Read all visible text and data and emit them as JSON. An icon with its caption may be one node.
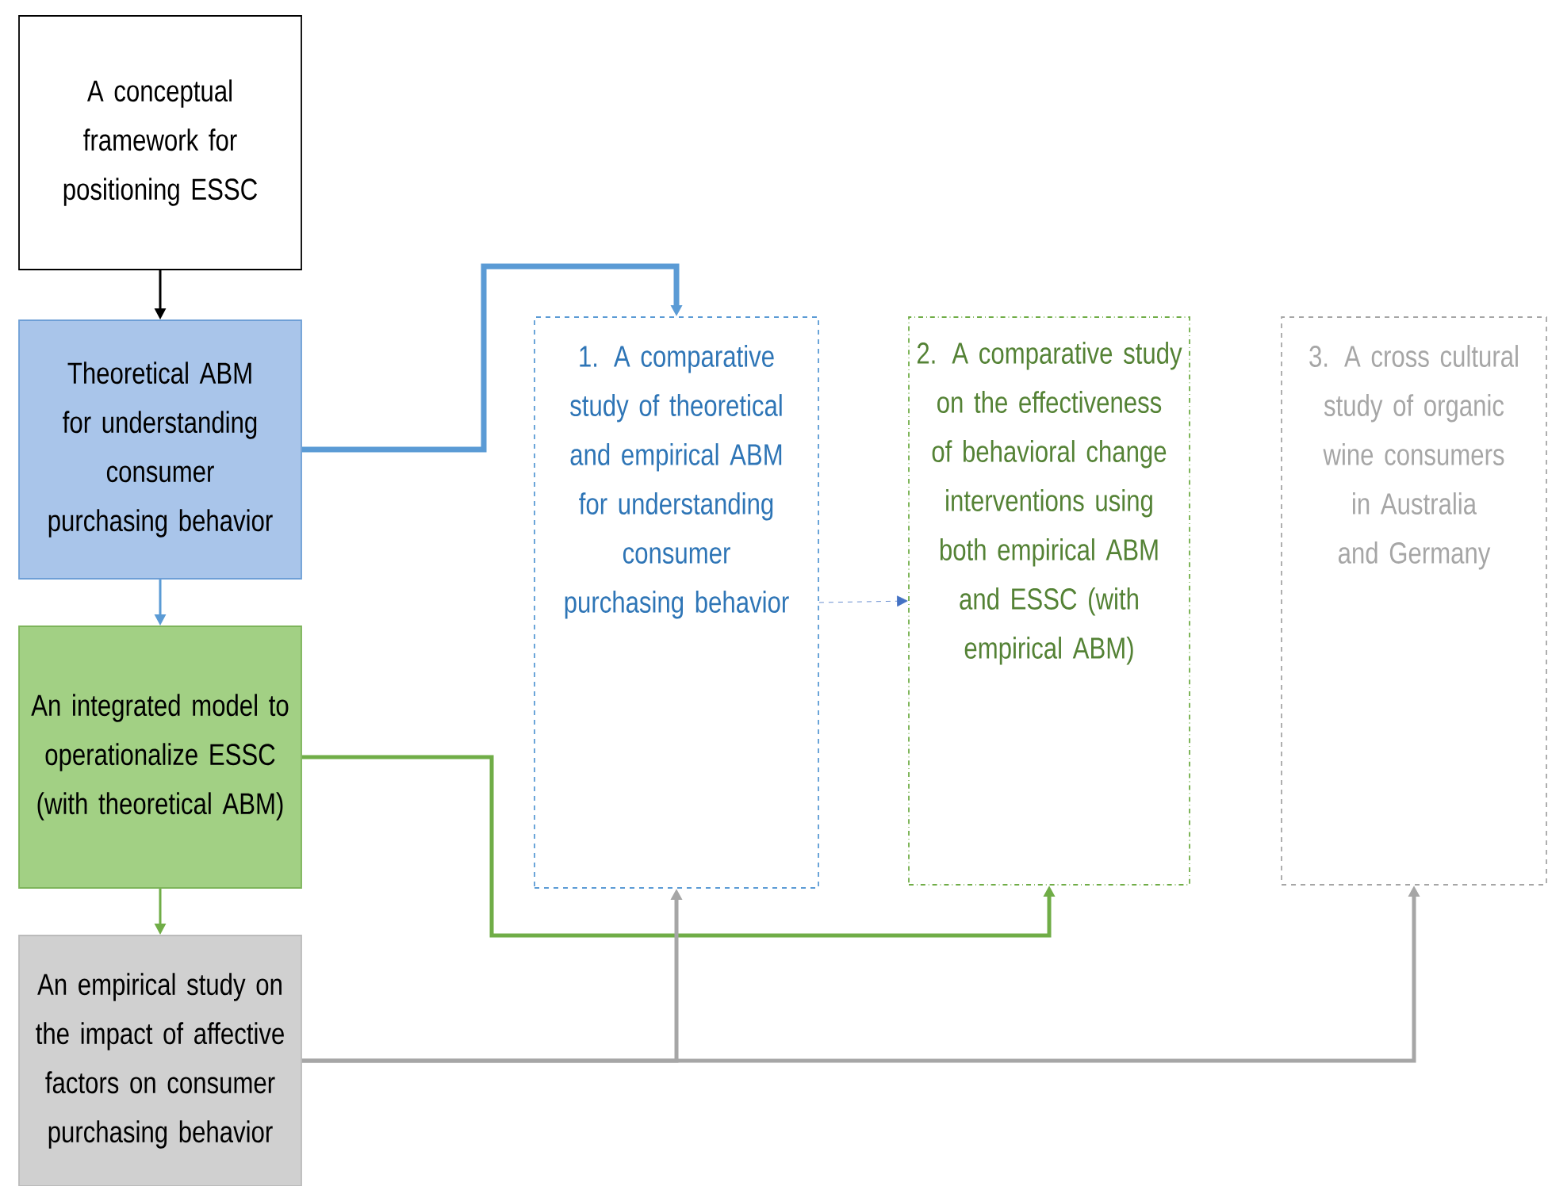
{
  "diagram": {
    "nodes": [
      {
        "text": [
          "A conceptual framework for positioning ESSC"
        ]
      },
      {
        "text": [
          "Theoretical ABM for understanding consumer purchasing behavior"
        ]
      },
      {
        "text": [
          "An integrated model to operationalize ESSC (with theoretical ABM)"
        ]
      },
      {
        "text": [
          "An empirical study on the impact of affective factors on consumer purchasing behavior"
        ]
      },
      {
        "text": [
          "1. A comparative study of theoretical and empirical ABM for understanding consumer purchasing behavior"
        ]
      },
      {
        "text": [
          "2. A comparative study on the effectiveness of behavioral change interventions using both empirical ABM and ESSC (with empirical ABM)"
        ]
      },
      {
        "text": [
          "3. A cross cultural study of organic wine consumers in Australia and Germany"
        ]
      }
    ],
    "edges": [
      {
        "from": 0,
        "to": 1,
        "arrow": "to",
        "color": "#000000"
      },
      {
        "from": 1,
        "to": 2,
        "arrow": "to",
        "color": "#5b9bd5"
      },
      {
        "from": 2,
        "to": 3,
        "arrow": "to",
        "color": "#70ad47"
      },
      {
        "from": 1,
        "to": 4,
        "arrow": "to",
        "color": "#5b9bd5",
        "style": "thick"
      },
      {
        "from": 4,
        "to": 5,
        "arrow": "to",
        "color": "#4472c4",
        "style": "dashed"
      },
      {
        "from": 2,
        "to": 5,
        "arrow": "to",
        "color": "#70ad47"
      },
      {
        "from": 3,
        "to": 4,
        "arrow": "to",
        "color": "#a6a6a6"
      },
      {
        "from": 3,
        "to": 6,
        "arrow": "to",
        "color": "#a6a6a6"
      }
    ]
  }
}
